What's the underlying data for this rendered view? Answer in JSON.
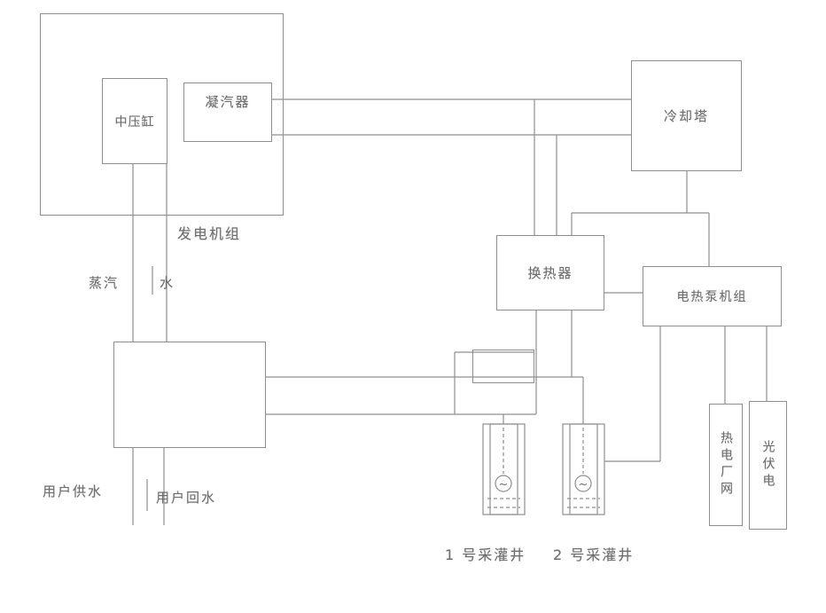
{
  "diagram": {
    "generator_unit": {
      "label": "发电机组"
    },
    "medium_pressure_cylinder": {
      "label": "中压缸"
    },
    "condenser": {
      "label": "凝汽器"
    },
    "cooling_tower": {
      "label": "冷却塔"
    },
    "heat_exchanger": {
      "label": "换热器"
    },
    "heat_pump_unit": {
      "label": "电热泵机组"
    },
    "thermal_plant_grid": {
      "label": "热电厂网"
    },
    "pv_power": {
      "label": "光伏电"
    },
    "flow_labels": {
      "steam": "蒸汽",
      "water": "水",
      "user_supply": "用户供水",
      "user_return": "用户回水"
    },
    "wells": {
      "well1_label": "1 号采灌井",
      "well2_label": "2 号采灌井",
      "pump_symbol": "~"
    },
    "colors": {
      "line": "#8f8f8f",
      "text": "#6f6f6f",
      "background": "#ffffff"
    }
  }
}
